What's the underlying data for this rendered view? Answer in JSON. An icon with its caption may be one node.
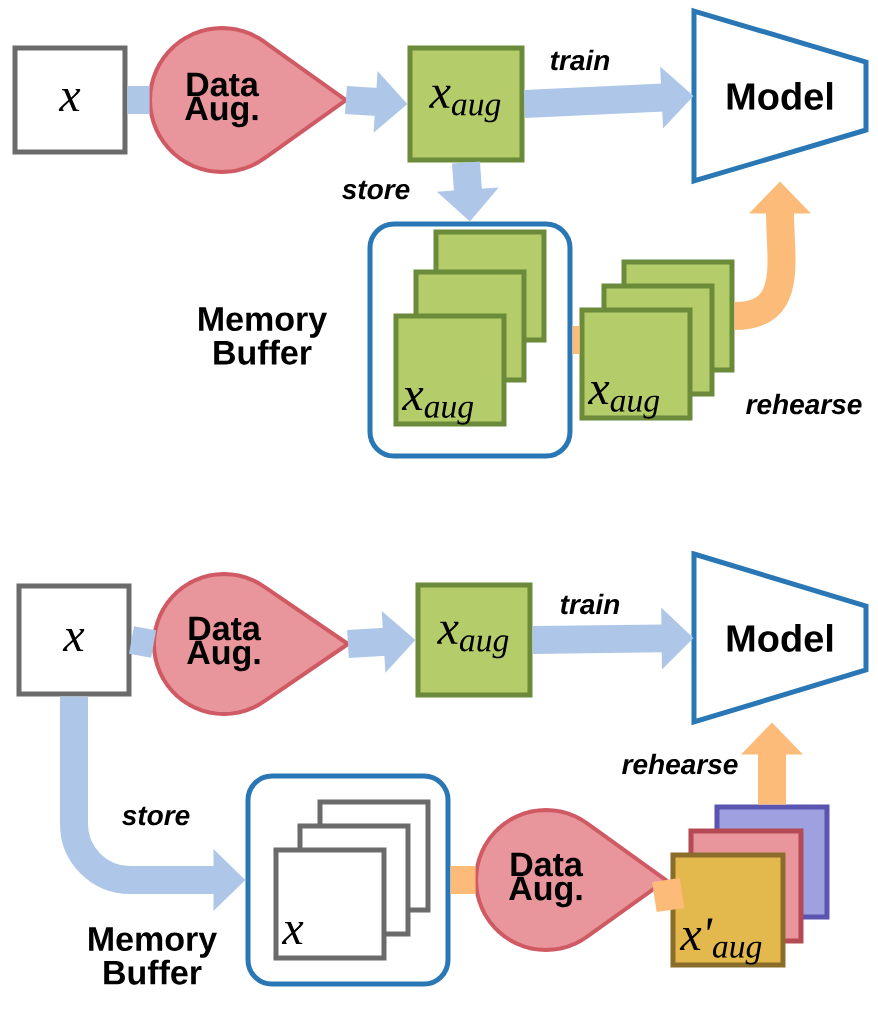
{
  "diagram": {
    "nodes": [
      {
        "text": [
          "x"
        ]
      },
      {
        "text": [
          "Data Aug."
        ]
      },
      {
        "text": [
          "x$_{aug}$"
        ]
      },
      {
        "text": [
          "Model"
        ]
      },
      {
        "text": [
          "Memory Buffer"
        ]
      },
      {
        "text": [],
        "shape": "box",
        "in": 4
      },
      {
        "text": [],
        "shape": "box",
        "in": 4
      },
      {
        "text": [
          "x$_{aug}$"
        ],
        "in": 4
      },
      {
        "text": [],
        "shape": "box"
      },
      {
        "text": [],
        "shape": "box"
      },
      {
        "text": [
          "x$_{aug}$"
        ]
      },
      {
        "text": [
          "x"
        ]
      },
      {
        "text": [
          "Data Aug."
        ]
      },
      {
        "text": [
          "x$_{aug}$"
        ]
      },
      {
        "text": [
          "Model"
        ]
      },
      {
        "text": [
          "Memory Buffer"
        ]
      },
      {
        "text": [],
        "shape": "box",
        "in": 15
      },
      {
        "text": [],
        "shape": "box",
        "in": 15
      },
      {
        "text": [
          "x"
        ],
        "in": 15
      },
      {
        "text": [
          "Data Aug."
        ]
      },
      {
        "text": [],
        "shape": "box"
      },
      {
        "text": [],
        "shape": "box"
      },
      {
        "text": [
          "x'$_{aug}$"
        ]
      }
    ],
    "edges": [
      {
        "from": 0,
        "to": 1,
        "arrow": "none"
      },
      {
        "from": 1,
        "to": 2,
        "arrow": "to"
      },
      {
        "from": 2,
        "to": 3,
        "arrow": "to",
        "label": "train"
      },
      {
        "from": 2,
        "to": 4,
        "arrow": "to",
        "label": "store"
      },
      {
        "from": 4,
        "to": 10,
        "arrow": "none",
        "color": "#fdbb7a"
      },
      {
        "from": 8,
        "to": 3,
        "arrow": "to",
        "label": "rehearse",
        "color": "#fdbb7a"
      },
      {
        "from": 11,
        "to": 12,
        "arrow": "none"
      },
      {
        "from": 12,
        "to": 13,
        "arrow": "to"
      },
      {
        "from": 13,
        "to": 14,
        "arrow": "to",
        "label": "train"
      },
      {
        "from": 11,
        "to": 15,
        "arrow": "to",
        "label": "store"
      },
      {
        "from": 15,
        "to": 19,
        "arrow": "none",
        "color": "#fdbb7a"
      },
      {
        "from": 19,
        "to": 22,
        "arrow": "none",
        "color": "#fdbb7a"
      },
      {
        "from": 20,
        "to": 14,
        "arrow": "to",
        "label": "rehearse",
        "color": "#fdbb7a"
      }
    ]
  }
}
